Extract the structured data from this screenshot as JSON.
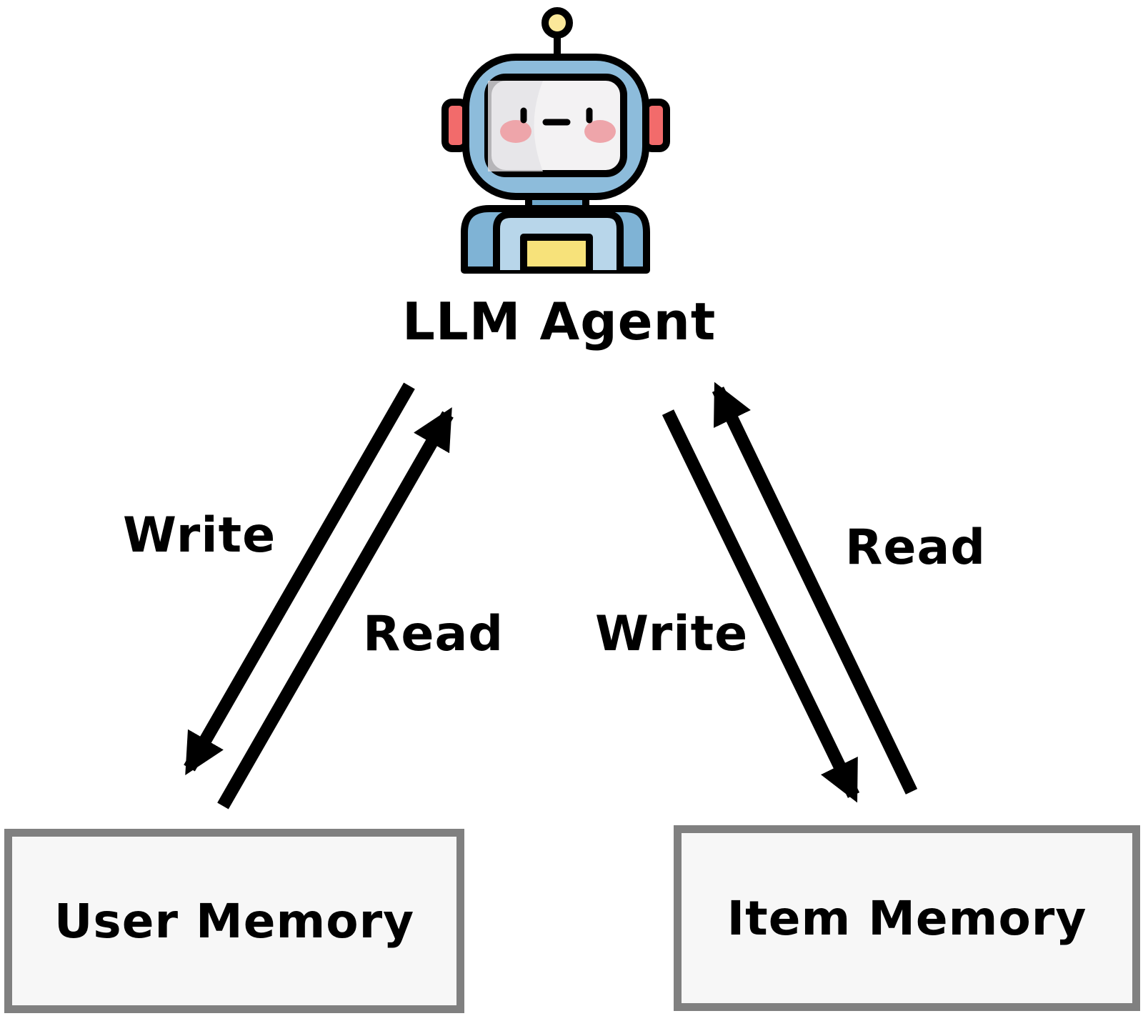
{
  "diagram": {
    "agent": {
      "label": "LLM Agent",
      "icon": "robot-icon"
    },
    "nodes": [
      {
        "id": "user_memory",
        "label": "User Memory"
      },
      {
        "id": "item_memory",
        "label": "Item Memory"
      }
    ],
    "edges": [
      {
        "from": "LLM Agent",
        "to": "User Memory",
        "label": "Write"
      },
      {
        "from": "User Memory",
        "to": "LLM Agent",
        "label": "Read"
      },
      {
        "from": "LLM Agent",
        "to": "Item Memory",
        "label": "Write"
      },
      {
        "from": "Item Memory",
        "to": "LLM Agent",
        "label": "Read"
      }
    ],
    "colors": {
      "robot_blue": "#7fb3d5",
      "robot_light_blue": "#b8d6ea",
      "robot_ear_red": "#f26b6b",
      "robot_antenna_yellow": "#fbe89a",
      "robot_chest_yellow": "#f7e27a",
      "robot_cheek_pink": "#eea5aa",
      "box_border": "#808080",
      "box_fill": "#f7f7f7",
      "arrow": "#000000"
    }
  }
}
